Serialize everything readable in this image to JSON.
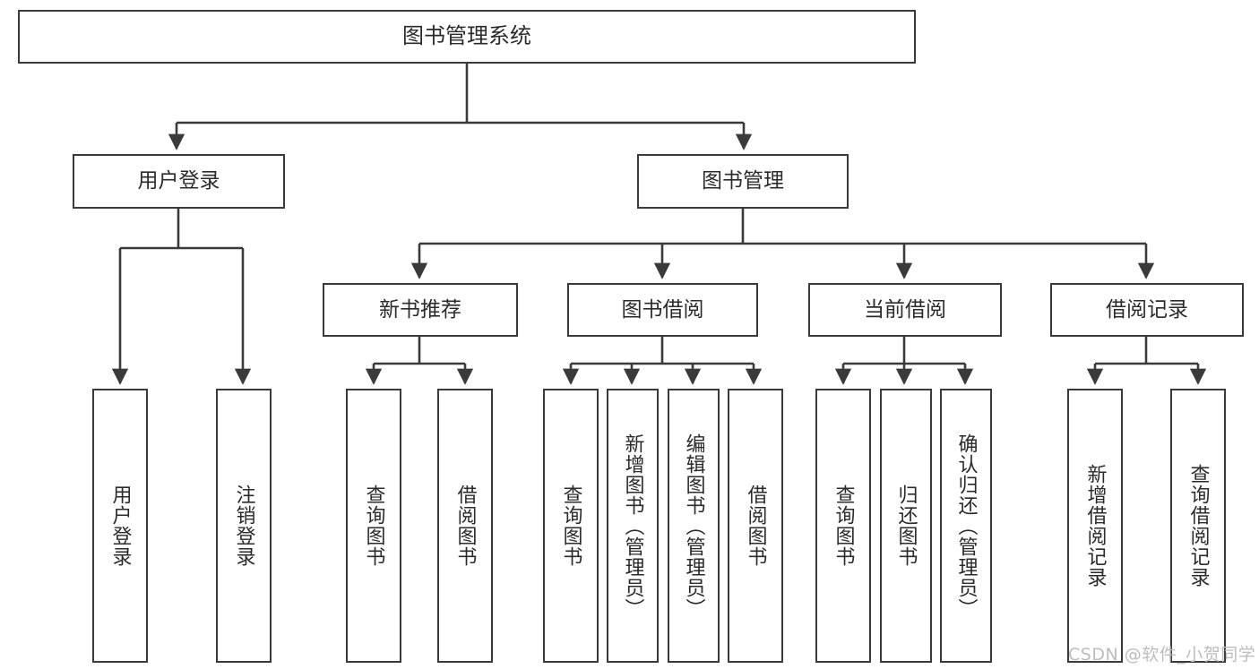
{
  "diagram": {
    "title": "图书管理系统",
    "type": "tree",
    "watermark": "CSDN @软件_小贺同学",
    "colors": {
      "border": "#3a3a3a",
      "text": "#2b2b2b",
      "connector": "#3a3a3a",
      "background": "#ffffff",
      "watermark": "#bdbdbd"
    },
    "nodes": {
      "root": {
        "label": "图书管理系统"
      },
      "level1": [
        {
          "id": "user-login",
          "label": "用户登录"
        },
        {
          "id": "book-manage",
          "label": "图书管理"
        }
      ],
      "level2": [
        {
          "id": "new-book-recommend",
          "label": "新书推荐"
        },
        {
          "id": "book-borrow",
          "label": "图书借阅"
        },
        {
          "id": "current-borrow",
          "label": "当前借阅"
        },
        {
          "id": "borrow-record",
          "label": "借阅记录"
        }
      ],
      "leaves": {
        "user_login": [
          {
            "id": "leaf-user-login",
            "label": "用户登录"
          },
          {
            "id": "leaf-logout-login",
            "label": "注销登录"
          }
        ],
        "new_book_recommend": [
          {
            "id": "leaf-query-book-1",
            "label": "查询图书"
          },
          {
            "id": "leaf-borrow-book-1",
            "label": "借阅图书"
          }
        ],
        "book_borrow": [
          {
            "id": "leaf-query-book-2",
            "label": "查询图书"
          },
          {
            "id": "leaf-add-book",
            "label": "新增图书（管理员）"
          },
          {
            "id": "leaf-edit-book",
            "label": "编辑图书（管理员）"
          },
          {
            "id": "leaf-borrow-book-2",
            "label": "借阅图书"
          }
        ],
        "current_borrow": [
          {
            "id": "leaf-query-book-3",
            "label": "查询图书"
          },
          {
            "id": "leaf-return-book",
            "label": "归还图书"
          },
          {
            "id": "leaf-confirm-return",
            "label": "确认归还（管理员）"
          }
        ],
        "borrow_record": [
          {
            "id": "leaf-add-record",
            "label": "新增借阅记录"
          },
          {
            "id": "leaf-query-record",
            "label": "查询借阅记录"
          }
        ]
      }
    }
  }
}
